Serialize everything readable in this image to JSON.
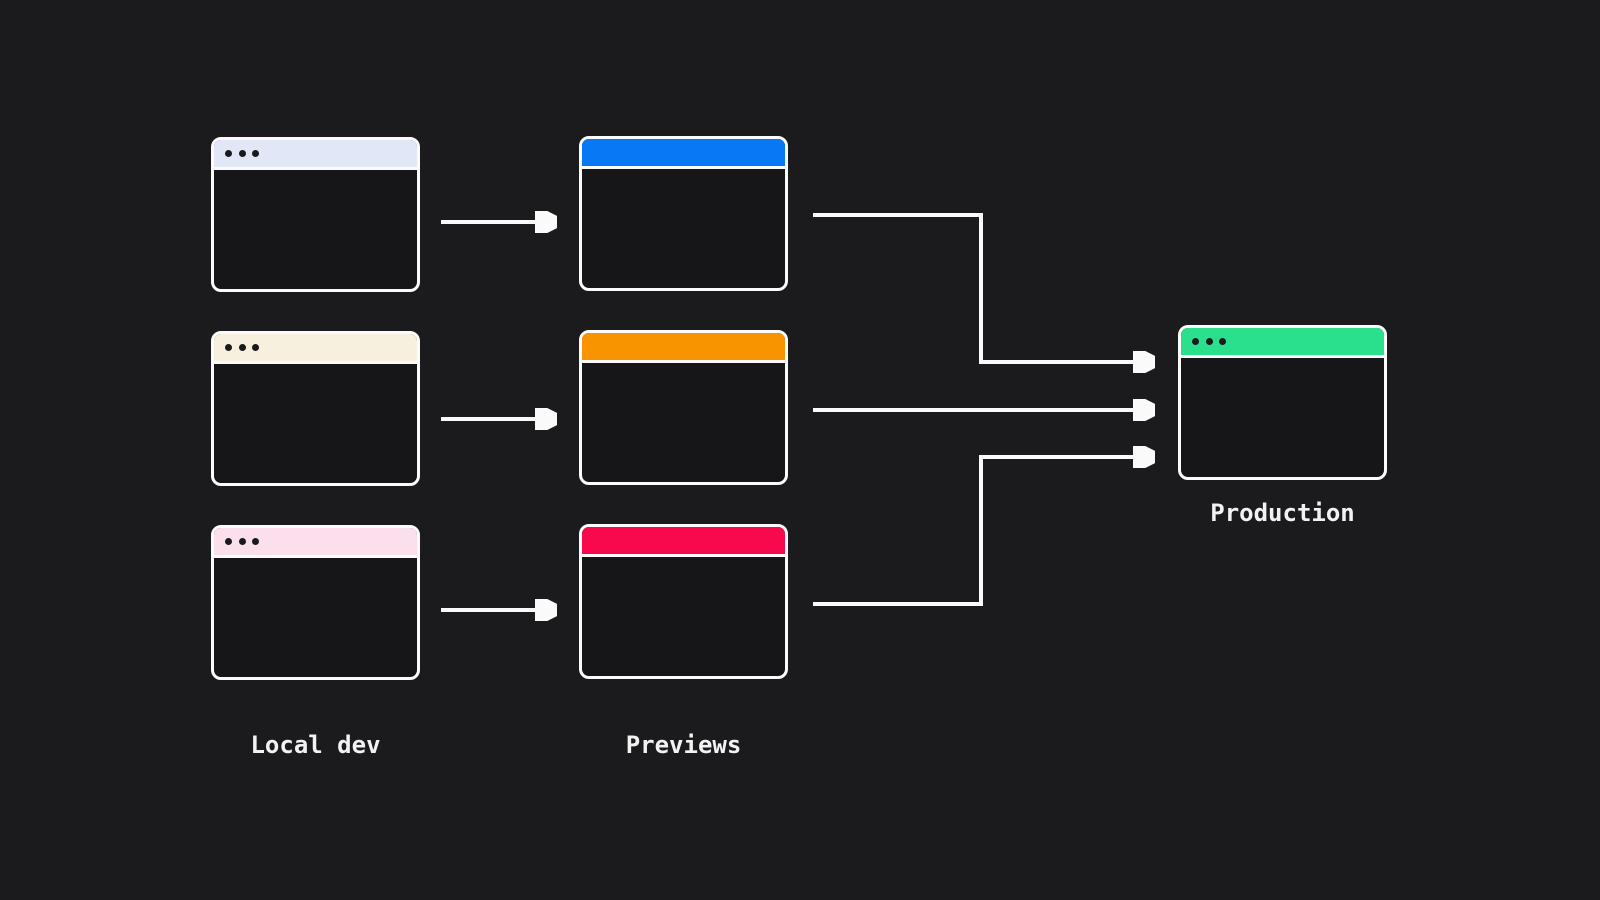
{
  "labels": {
    "local_dev": "Local dev",
    "previews": "Previews",
    "production": "Production"
  },
  "windows": {
    "local": [
      {
        "name": "local-dev-window-1",
        "titlebar": "#e2e7f8"
      },
      {
        "name": "local-dev-window-2",
        "titlebar": "#f8f0df"
      },
      {
        "name": "local-dev-window-3",
        "titlebar": "#fbdfec"
      }
    ],
    "previews": [
      {
        "name": "preview-window-1",
        "titlebar": "#0878f5"
      },
      {
        "name": "preview-window-2",
        "titlebar": "#f89400"
      },
      {
        "name": "preview-window-3",
        "titlebar": "#f8094e"
      }
    ],
    "production": {
      "name": "production-window",
      "titlebar": "#2be08d"
    }
  },
  "icons": {
    "traffic_lights": "three filled circles (window control dots)"
  },
  "colors": {
    "background": "#1b1b1e",
    "window_body": "#161619",
    "window_border": "#fbfbfb",
    "titlebar_dot": "#1a1a1c",
    "arrow": "#fafafa",
    "label_text": "#f2f2f2"
  }
}
